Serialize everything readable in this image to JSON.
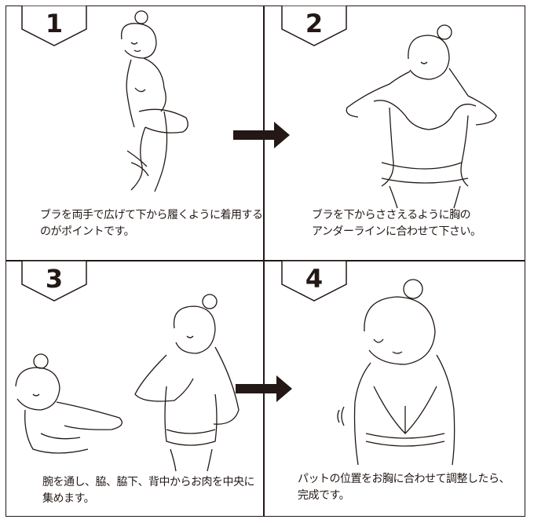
{
  "steps": [
    {
      "number": "1",
      "caption_line1": "ブラを両手で広げて下から履くように着用する",
      "caption_line2": "のがポイントです。",
      "illustration": "woman-stepping-into-bra"
    },
    {
      "number": "2",
      "caption_line1": "ブラを下からささえるように胸の",
      "caption_line2": "アンダーラインに合わせて下さい。",
      "illustration": "woman-lifting-bra-to-underbust"
    },
    {
      "number": "3",
      "caption_line1": "腕を通し、脇、脇下、背中からお肉を中央に",
      "caption_line2": "集めます。",
      "illustration": "woman-gathering-flesh-to-center"
    },
    {
      "number": "4",
      "caption_line1": "パットの位置をお胸に合わせて調整したら、",
      "caption_line2": "完成です。",
      "illustration": "woman-wearing-finished-bra"
    }
  ],
  "arrows": [
    {
      "from": "1",
      "to": "2",
      "icon": "right-arrow-icon"
    },
    {
      "from": "3",
      "to": "4",
      "icon": "right-arrow-icon"
    }
  ],
  "colors": {
    "ink": "#231815",
    "background": "#ffffff"
  }
}
